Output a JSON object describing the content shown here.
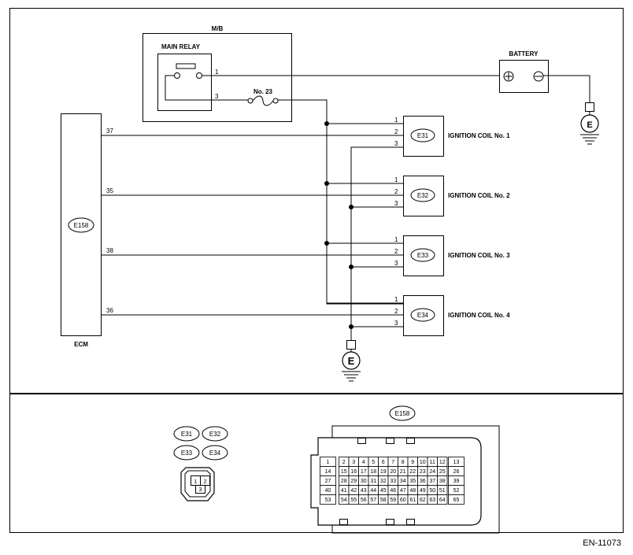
{
  "mb": {
    "label": "M/B",
    "main_relay": "MAIN RELAY",
    "pin_1": "1",
    "pin_3": "3",
    "fuse": "No. 23"
  },
  "battery": {
    "label": "BATTERY"
  },
  "ecm": {
    "label": "ECM",
    "connector": "E158"
  },
  "coils": [
    {
      "connector": "E31",
      "label": "IGNITION COIL No. 1",
      "ecm_pin": "37"
    },
    {
      "connector": "E32",
      "label": "IGNITION COIL No. 2",
      "ecm_pin": "35"
    },
    {
      "connector": "E33",
      "label": "IGNITION COIL No. 3",
      "ecm_pin": "38"
    },
    {
      "connector": "E34",
      "label": "IGNITION COIL No. 4",
      "ecm_pin": "36"
    }
  ],
  "coil_pins": [
    "1",
    "2",
    "3"
  ],
  "ground_symbol": "E",
  "coil_connector_face": {
    "labels": [
      "E31",
      "E32",
      "E33",
      "E34"
    ],
    "pins": [
      "1",
      "2",
      "3"
    ]
  },
  "ecm_connector_face": {
    "label": "E158",
    "left_col": [
      "1",
      "14",
      "27",
      "40",
      "53"
    ],
    "middle_rows": [
      [
        "2",
        "3",
        "4",
        "5",
        "6",
        "7",
        "8",
        "9",
        "10",
        "11",
        "12"
      ],
      [
        "15",
        "16",
        "17",
        "18",
        "19",
        "20",
        "21",
        "22",
        "23",
        "24",
        "25"
      ],
      [
        "28",
        "29",
        "30",
        "31",
        "32",
        "33",
        "34",
        "35",
        "36",
        "37",
        "38"
      ],
      [
        "41",
        "42",
        "43",
        "44",
        "45",
        "46",
        "47",
        "48",
        "49",
        "50",
        "51"
      ],
      [
        "54",
        "55",
        "56",
        "57",
        "58",
        "59",
        "60",
        "61",
        "62",
        "63",
        "64"
      ]
    ],
    "right_col": [
      "13",
      "26",
      "39",
      "52",
      "65"
    ]
  },
  "doc_ref": "EN-11073"
}
